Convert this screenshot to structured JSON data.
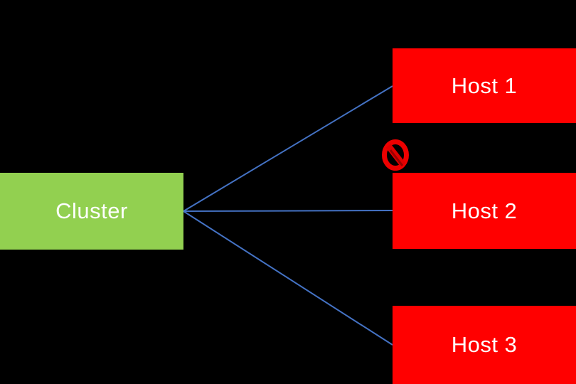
{
  "diagram": {
    "description": "Cluster to hosts connectivity diagram",
    "nodes": {
      "cluster": {
        "label": "Cluster",
        "fill": "#92d050"
      },
      "host1": {
        "label": "Host 1",
        "fill": "#ff0000"
      },
      "host2": {
        "label": "Host 2",
        "fill": "#ff0000"
      },
      "host3": {
        "label": "Host 3",
        "fill": "#ff0000"
      }
    },
    "connections": [
      {
        "from": "Cluster",
        "to": "Host 1",
        "blocked": false
      },
      {
        "from": "Cluster",
        "to": "Host 2",
        "blocked": true
      },
      {
        "from": "Cluster",
        "to": "Host 3",
        "blocked": false
      }
    ],
    "icons": {
      "blocked": "no-entry-icon"
    },
    "colors": {
      "background": "#000000",
      "connector": "#4472c4",
      "cluster_fill": "#92d050",
      "host_fill": "#ff0000",
      "text": "#ffffff",
      "blocked_ring": "#ee0000",
      "blocked_slash": "#e00000",
      "blocked_shadow": "#8f0000"
    }
  }
}
